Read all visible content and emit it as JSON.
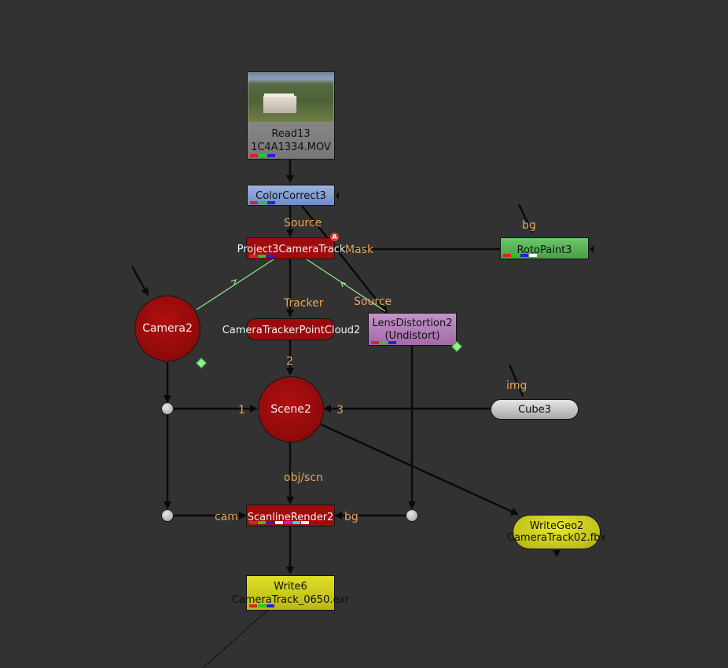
{
  "nodes": {
    "read13": {
      "name": "Read13",
      "file": "1C4A1334.MOV"
    },
    "colorcorrect3": {
      "name": "ColorCorrect3"
    },
    "project3": {
      "name": "Project3CameraTrack",
      "badge": "A"
    },
    "rotopaint3": {
      "name": "RotoPaint3"
    },
    "camera2": {
      "name": "Camera2"
    },
    "pointcloud": {
      "name": "CameraTrackerPointCloud2"
    },
    "lensdistortion": {
      "name": "LensDistortion2",
      "sub": "(Undistort)"
    },
    "scene2": {
      "name": "Scene2"
    },
    "cube3": {
      "name": "Cube3"
    },
    "scanline": {
      "name": "ScanlineRender2"
    },
    "writegeo2": {
      "name": "WriteGeo2",
      "file": "CameraTrack02.fbx"
    },
    "write6": {
      "name": "Write6",
      "file": "CameraTrack_0650.exr"
    }
  },
  "inputs": {
    "source1": "Source",
    "mask": "Mask",
    "bg1": "bg",
    "tracker": "Tracker",
    "source2": "Source",
    "img": "img",
    "scene_in1": "1",
    "scene_in2": "2",
    "scene_in3": "3",
    "objscn": "obj/scn",
    "cam": "cam",
    "bg2": "bg"
  },
  "colors": {
    "background": "#323232",
    "read": "#8a8a8a",
    "colorcorrect": "#7f9bd0",
    "camera_node": "#9a0b0b",
    "rotopaint": "#59b256",
    "lensdistortion": "#b27ab8",
    "cube": "#c8c8c8",
    "write": "#cccc1a",
    "input_label": "#e8a552",
    "wire": "#0a0a0a",
    "mask_wire": "#8fe08f"
  }
}
